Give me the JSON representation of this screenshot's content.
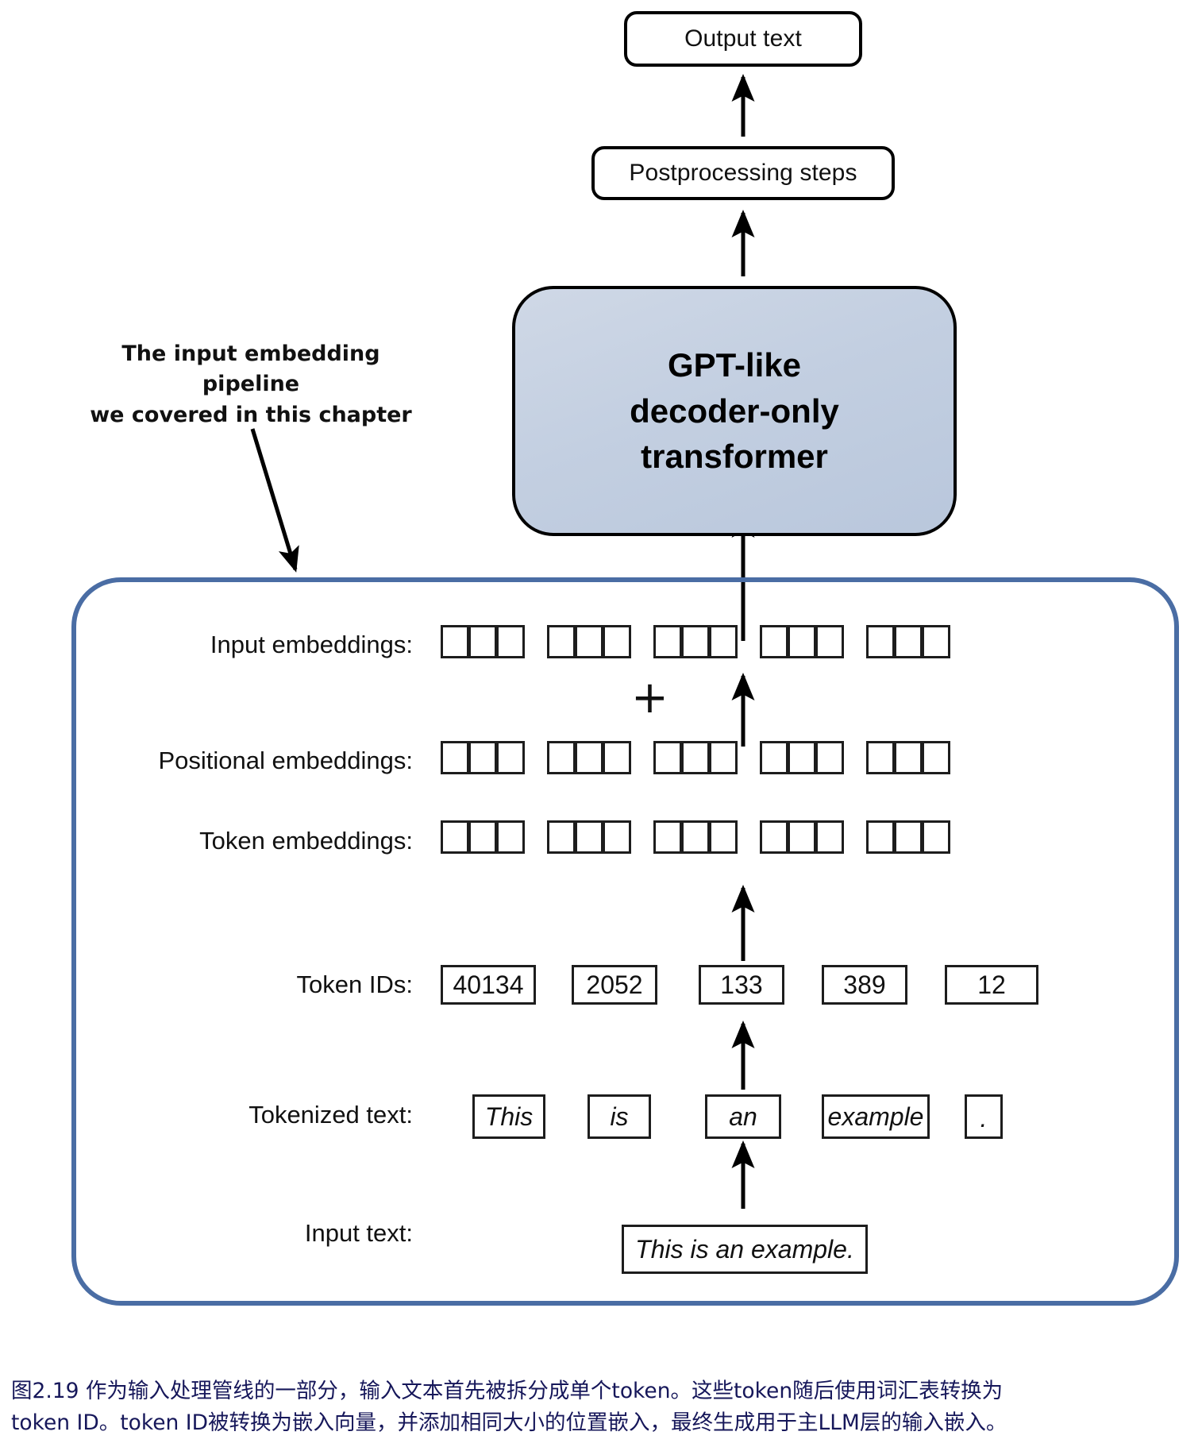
{
  "figure": {
    "top_flow": {
      "output_text": "Output text",
      "postprocessing": "Postprocessing steps",
      "transformer_line1": "GPT-like",
      "transformer_line2": "decoder-only",
      "transformer_line3": "transformer"
    },
    "annotation": {
      "line1": "The input embedding pipeline",
      "line2": "we covered in this chapter"
    },
    "rows": {
      "input_embeddings_label": "Input embeddings:",
      "positional_embeddings_label": "Positional embeddings:",
      "token_embeddings_label": "Token embeddings:",
      "token_ids_label": "Token IDs:",
      "tokenized_text_label": "Tokenized text:",
      "input_text_label": "Input text:"
    },
    "plus_symbol": "+",
    "embedding_groups": 5,
    "embedding_cells_per_group": 3,
    "token_ids": [
      "40134",
      "2052",
      "133",
      "389",
      "12"
    ],
    "tokens": [
      "This",
      "is",
      "an",
      "example",
      "."
    ],
    "input_text": "This is an example.",
    "colors": {
      "pipeline_border": "#4a6da4",
      "transformer_fill": "#c6d1e2",
      "outline": "#1d1d1d",
      "caption_text": "#16175a"
    }
  },
  "caption": {
    "line1": "图2.19 作为输入处理管线的一部分，输入文本首先被拆分成单个token。这些token随后使用词汇表转换为",
    "line2": "token ID。token ID被转换为嵌入向量，并添加相同大小的位置嵌入，最终生成用于主LLM层的输入嵌入。"
  }
}
